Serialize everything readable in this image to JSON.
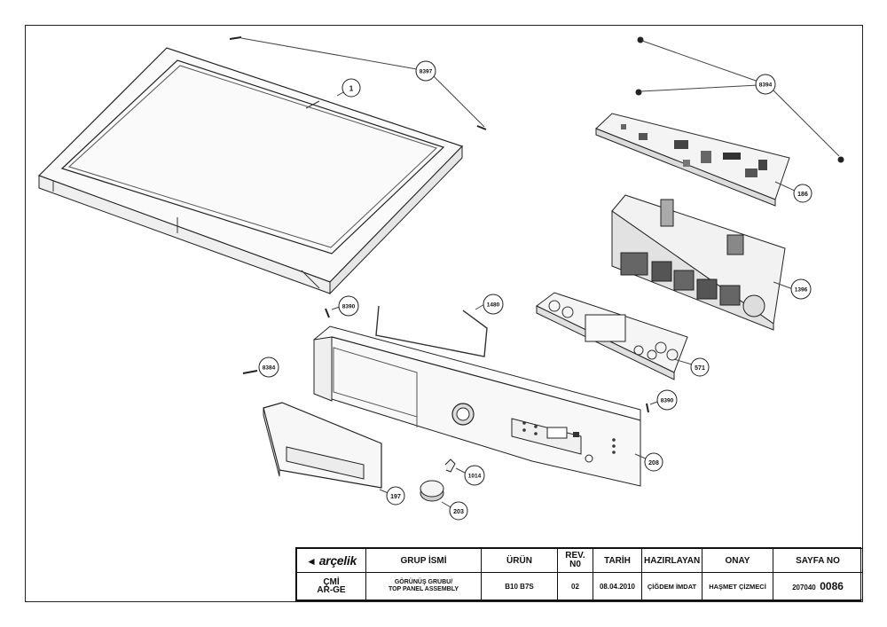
{
  "callouts": [
    {
      "id": "c-1",
      "label": "1"
    },
    {
      "id": "c-8397",
      "label": "8397"
    },
    {
      "id": "c-8394",
      "label": "8394"
    },
    {
      "id": "c-186",
      "label": "186"
    },
    {
      "id": "c-1396",
      "label": "1396"
    },
    {
      "id": "c-1480",
      "label": "1480"
    },
    {
      "id": "c-8390a",
      "label": "8390"
    },
    {
      "id": "c-8384",
      "label": "8384"
    },
    {
      "id": "c-571",
      "label": "571"
    },
    {
      "id": "c-8390b",
      "label": "8390"
    },
    {
      "id": "c-208",
      "label": "208"
    },
    {
      "id": "c-1014",
      "label": "1014"
    },
    {
      "id": "c-197",
      "label": "197"
    },
    {
      "id": "c-203",
      "label": "203"
    }
  ],
  "title_block": {
    "brand": "arçelik",
    "dept_line1": "ÇMİ",
    "dept_line2": "AR-GE",
    "headers": {
      "group_name": "GRUP İSMİ",
      "product": "ÜRÜN",
      "rev_line1": "REV.",
      "rev_line2": "N0",
      "date": "TARİH",
      "prepared": "HAZIRLAYAN",
      "approved": "ONAY",
      "sheet": "SAYFA NO"
    },
    "values": {
      "group_name_line1": "GÖRÜNÜŞ GRUBU/",
      "group_name_line2": "TOP PANEL ASSEMBLY",
      "product": "B10 B7S",
      "rev": "02",
      "date": "08.04.2010",
      "prepared": "ÇİĞDEM İMDAT",
      "approved": "HAŞMET ÇİZMECİ",
      "sheet_prefix": "207040",
      "sheet_number": "0086"
    }
  }
}
